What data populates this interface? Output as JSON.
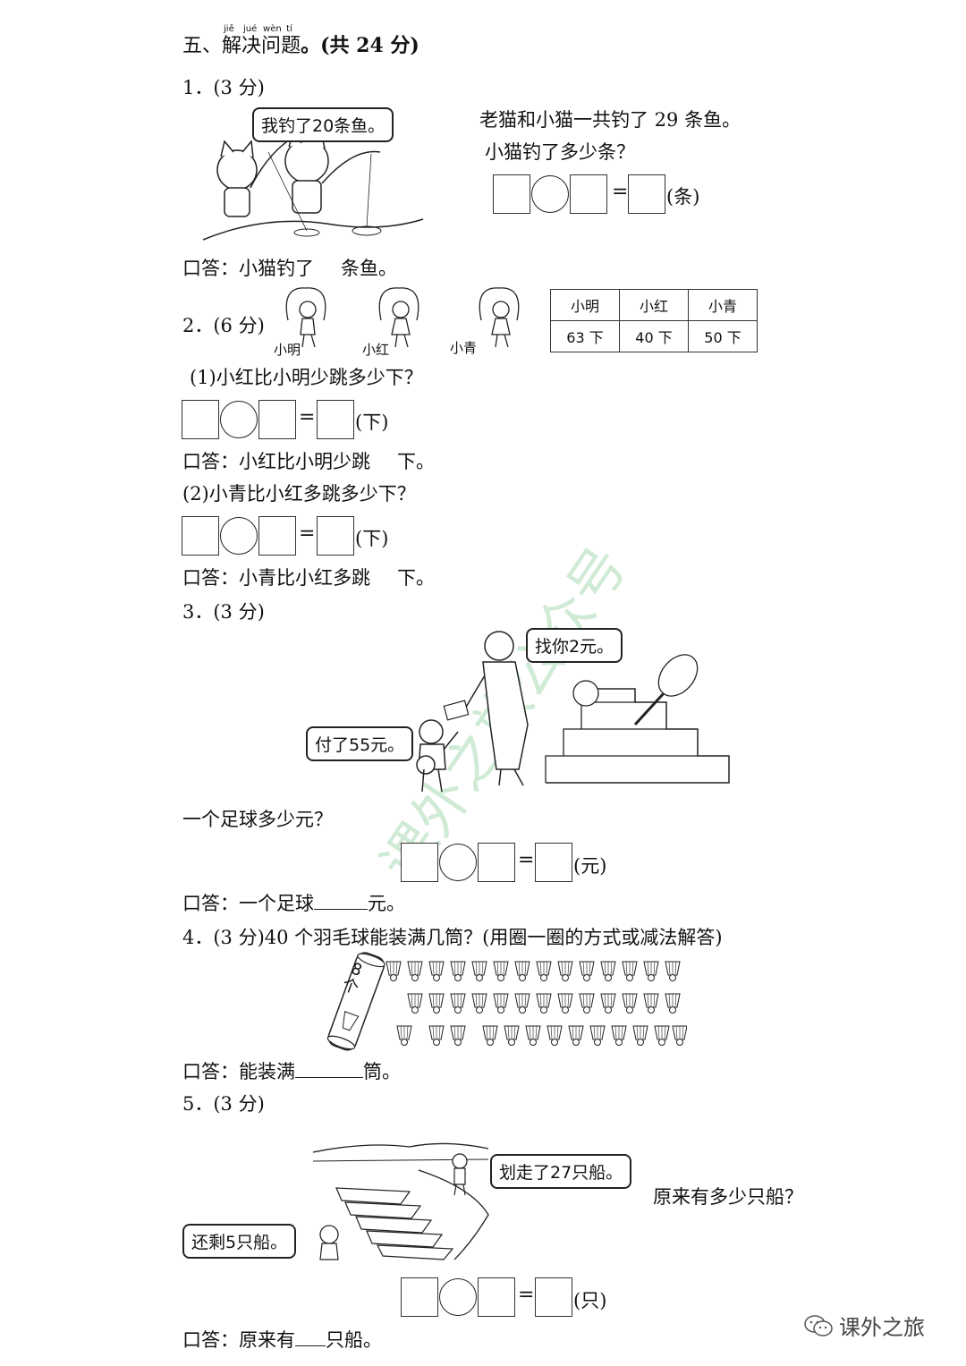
{
  "section": {
    "prefix": "五、",
    "chars": [
      "解",
      "决",
      "问",
      "题"
    ],
    "pinyin": [
      "jiě",
      "jué",
      "wèn",
      "tí"
    ],
    "suffix": "。(共 24 分)"
  },
  "q1": {
    "num": "1．(3 分)",
    "bubble": "我钓了20条鱼。",
    "line1": "老猫和小猫一共钓了 29 条鱼。",
    "line2": "小猫钓了多少条？",
    "unit": "(条)",
    "answer_a": "口答：小猫钓了",
    "answer_b": "条鱼。"
  },
  "q2": {
    "num": "2．(6 分)",
    "kids": [
      "小明",
      "小红",
      "小青"
    ],
    "table_header": [
      "小明",
      "小红",
      "小青"
    ],
    "table_values": [
      "63 下",
      "40 下",
      "50 下"
    ],
    "p1": "(1)小红比小明少跳多少下？",
    "p1_unit": "(下)",
    "p1_answer_a": "口答：小红比小明少跳",
    "p1_answer_b": "下。",
    "p2": "(2)小青比小红多跳多少下？",
    "p2_unit": "(下)",
    "p2_answer_a": "口答：小青比小红多跳",
    "p2_answer_b": "下。"
  },
  "q3": {
    "num": "3．(3 分)",
    "bubble_clerk": "找你2元。",
    "bubble_boy": "付了55元。",
    "question": "一个足球多少元？",
    "unit": "(元)",
    "answer_a": "口答：一个足球",
    "answer_b": "元。"
  },
  "q4": {
    "num": "4．(3 分)40 个羽毛球能装满几筒？(用圈一圈的方式或减法解答)",
    "tube_label": "8个",
    "answer_a": "口答：能装满",
    "answer_b": "筒。"
  },
  "q5": {
    "num": "5．(3 分)",
    "bubble_top": "划走了27只船。",
    "bubble_left": "还剩5只船。",
    "question": "原来有多少只船？",
    "unit": "(只)",
    "answer_a": "口答：原来有",
    "answer_b": "只船。"
  },
  "watermark": "课外之旅公众号",
  "brand": "课外之旅",
  "eq_sign": "="
}
